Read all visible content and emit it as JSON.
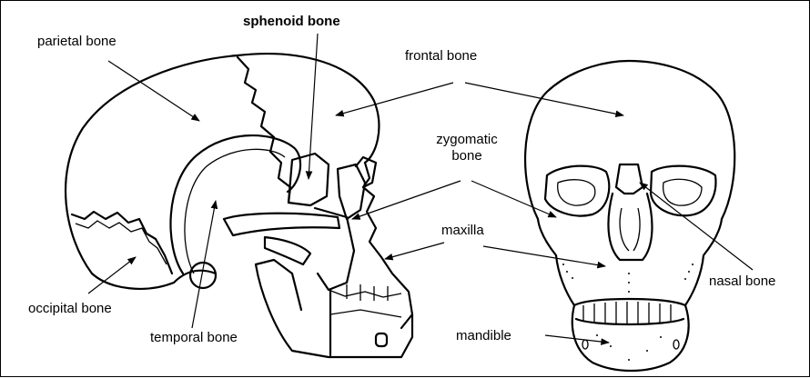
{
  "labels": {
    "parietal": "parietal bone",
    "sphenoid": "sphenoid bone",
    "frontal": "frontal bone",
    "zygomatic": "zygomatic\nbone",
    "maxilla": "maxilla",
    "occipital": "occipital bone",
    "temporal": "temporal bone",
    "mandible": "mandible",
    "nasal": "nasal bone"
  }
}
